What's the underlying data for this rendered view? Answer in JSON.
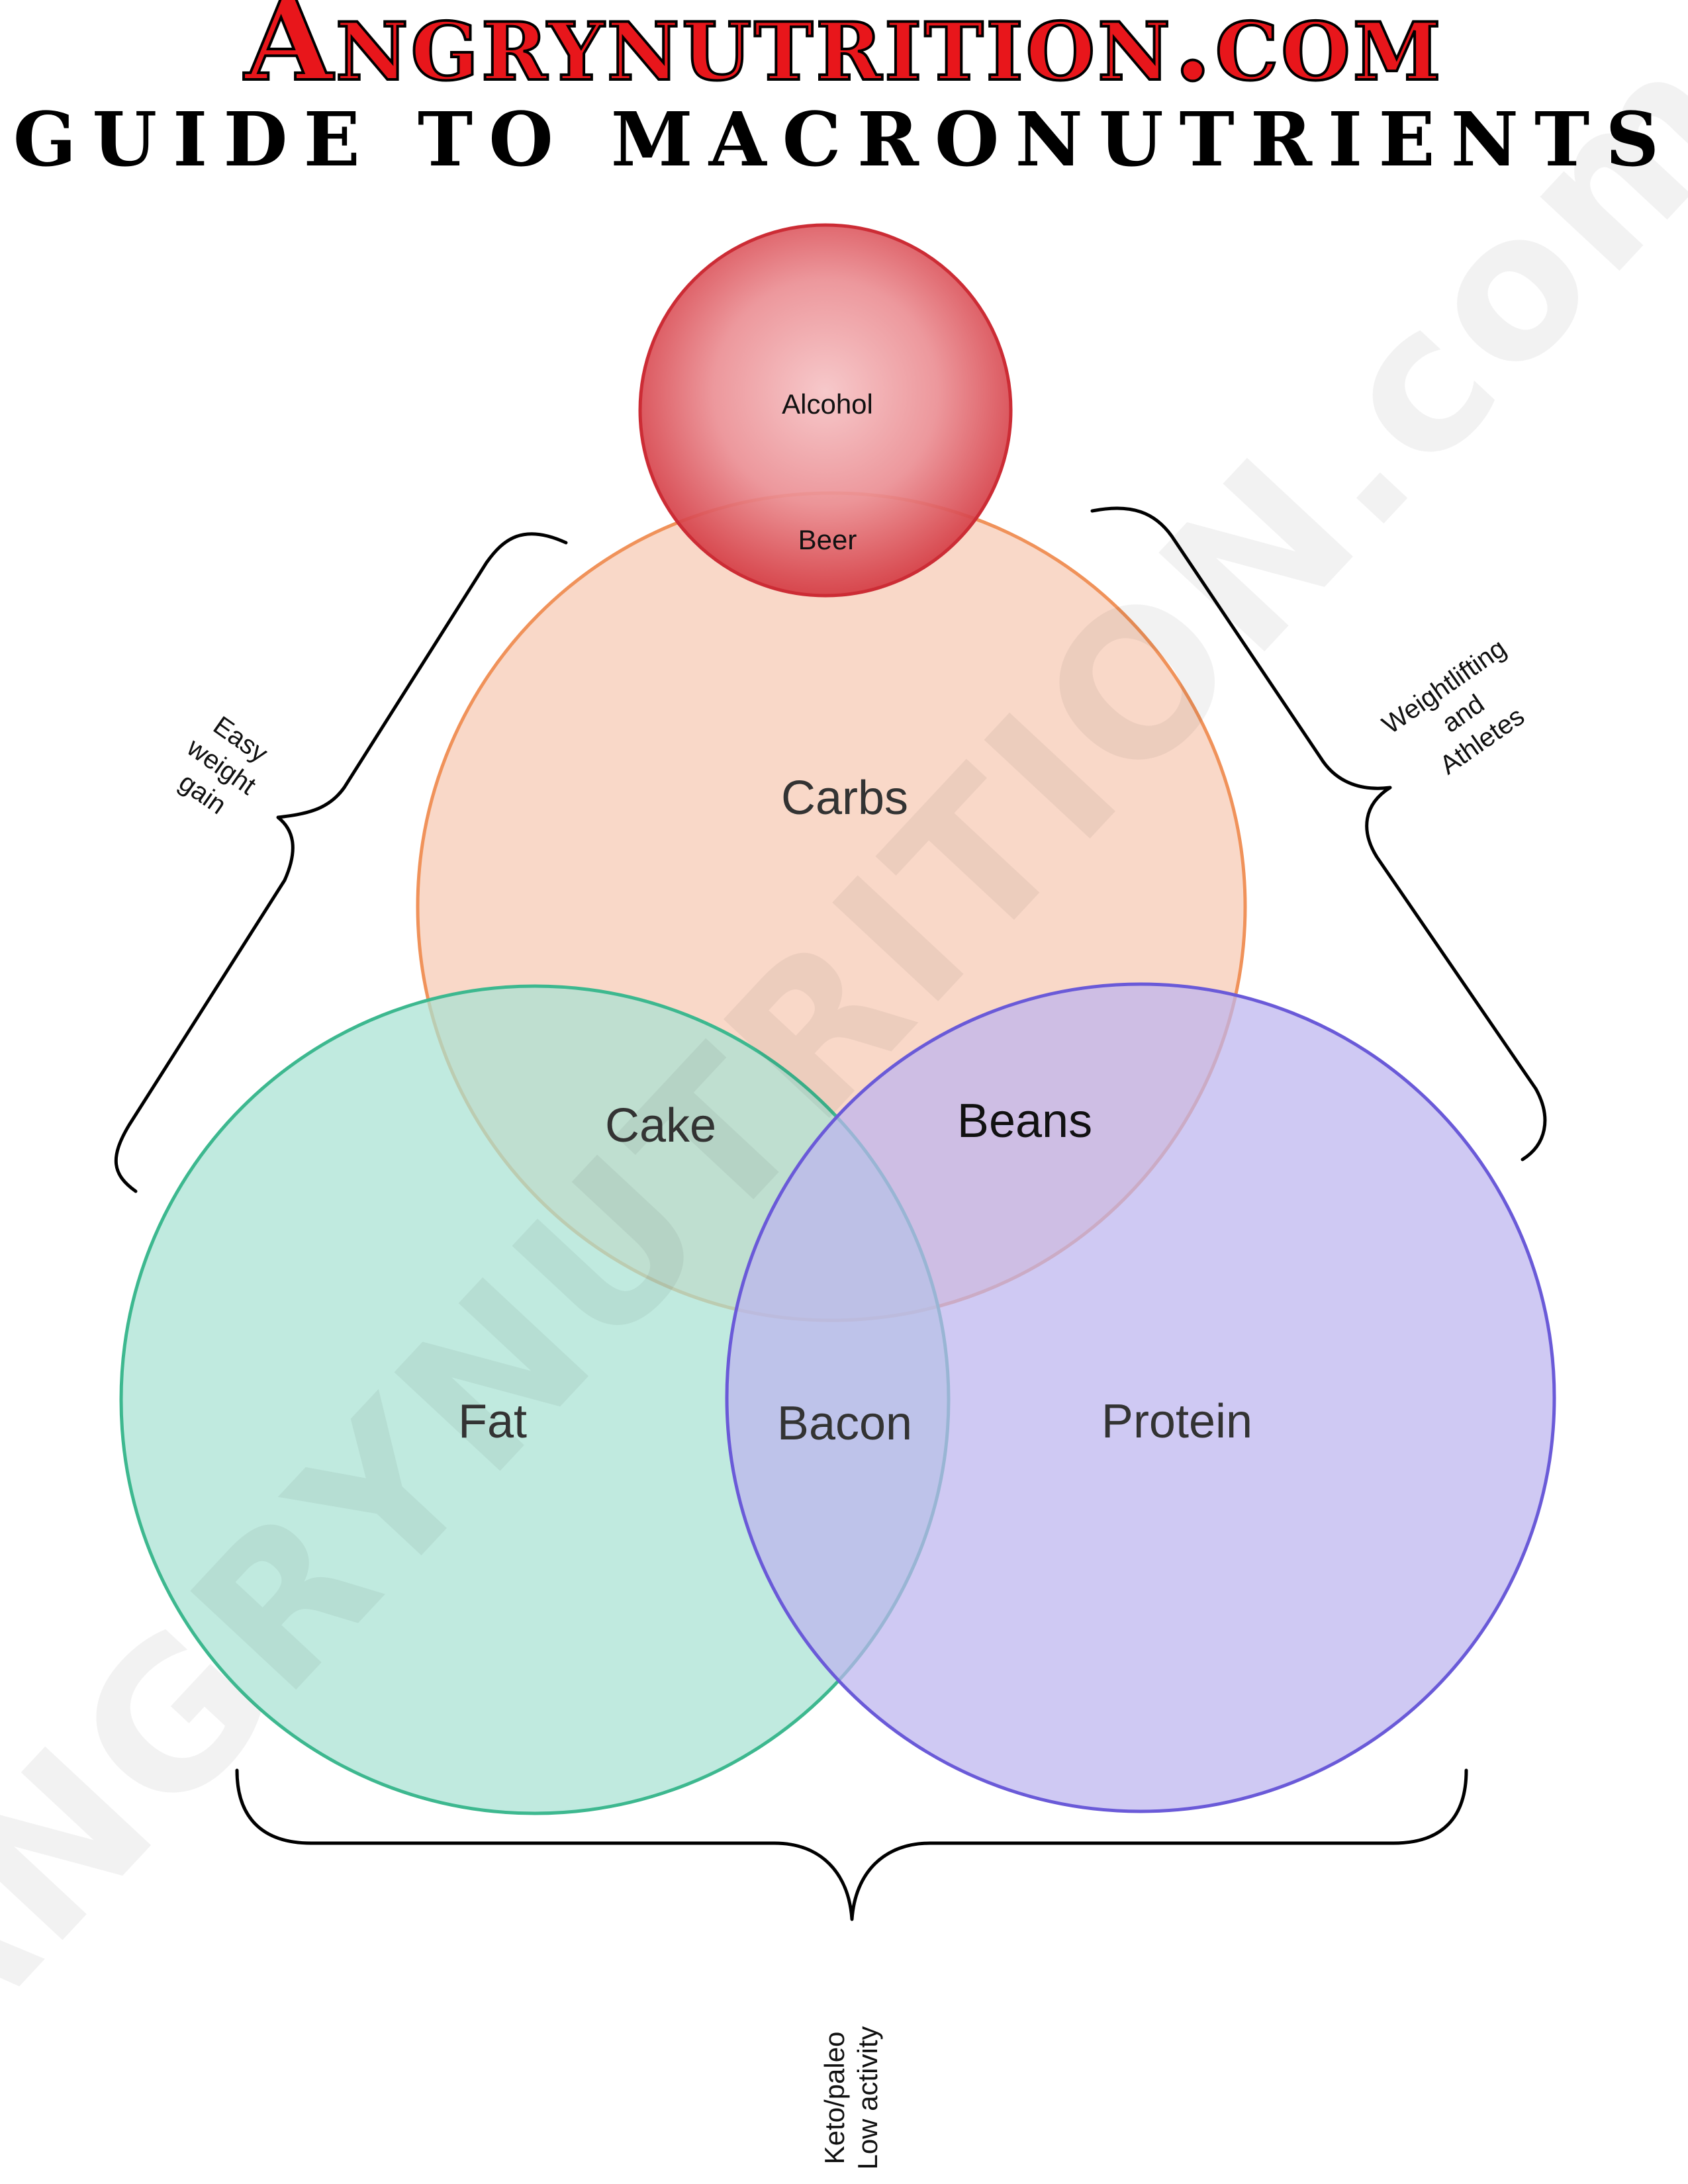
{
  "header": {
    "site_title": "Angrynutrition.com",
    "guide_title": "GUIDE TO MACRONUTRIENTS"
  },
  "watermark": "ANGRYNUTRITION.com",
  "circles": {
    "alcohol": {
      "label": "Alcohol",
      "color": "#d43a42"
    },
    "carbs": {
      "label": "Carbs",
      "color": "#f6c7b0",
      "stroke": "#f0925a"
    },
    "fat": {
      "label": "Fat",
      "color": "#a8e2d2",
      "stroke": "#3db88f"
    },
    "protein": {
      "label": "Protein",
      "color": "#bdb4ee",
      "stroke": "#6a5ad8"
    }
  },
  "overlaps": {
    "alcohol_carbs": "Beer",
    "carbs_fat": "Cake",
    "carbs_protein": "Beans",
    "fat_protein": "Bacon"
  },
  "braces": {
    "left": [
      "Easy",
      "weight",
      "gain"
    ],
    "right": [
      "Weightlifting",
      "and",
      "Athletes"
    ],
    "bottom": [
      "Keto/paleo",
      "Low activity"
    ]
  }
}
